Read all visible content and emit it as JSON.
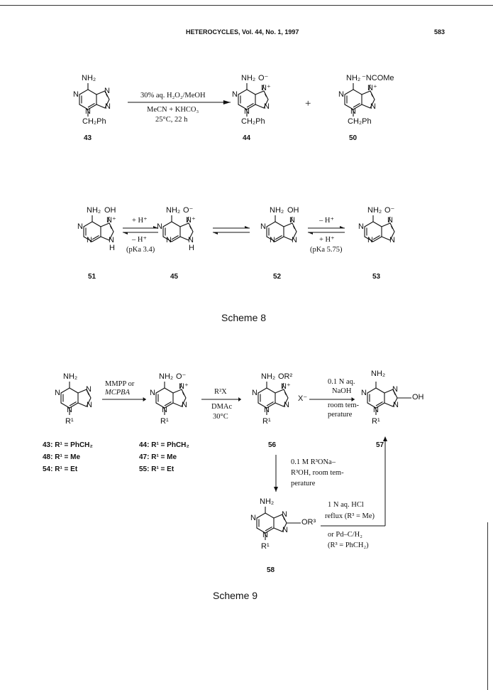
{
  "header": {
    "journal": "HETEROCYCLES, Vol. 44, No. 1, 1997",
    "page": "583"
  },
  "atoms": {
    "NH2": "NH₂",
    "N": "N",
    "H": "H",
    "O": "O",
    "OH": "OH",
    "CH2Ph": "CH₂Ph",
    "R1": "R¹",
    "Nplus": "N⁺",
    "Ominus": "O⁻",
    "NCOMe": "⁻NCOMe",
    "OR2": "OR²",
    "OR3": "OR³",
    "Xminus": "X⁻"
  },
  "scheme8": {
    "caption": "Scheme 8",
    "reagents_top": "30% aq. H₂O₂/MeOH",
    "reagents_bottom_1": "MeCN + KHCO₃",
    "reagents_bottom_2": "25°C, 22 h",
    "plus": "+",
    "compounds_top": [
      "43",
      "44",
      "50"
    ],
    "compounds_equilibrium": [
      "51",
      "45",
      "52",
      "53"
    ],
    "eq1_top": "+ H⁺",
    "eq1_bottom": "– H⁺",
    "eq1_pka": "(pKa 3.4)",
    "eq3_top": "– H⁺",
    "eq3_bottom": "+ H⁺",
    "eq3_pka": "(pKa 5.75)"
  },
  "scheme9": {
    "caption": "Scheme 9",
    "step1_top_1": "MMPP or",
    "step1_top_2": "MCPBA",
    "step2_top": "R²X",
    "step2_bottom_1": "DMAc",
    "step2_bottom_2": "30°C",
    "step3_top_1": "0.1 N aq.",
    "step3_top_2": "NaOH",
    "step3_bottom_1": "room tem-",
    "step3_bottom_2": "perature",
    "step4_1": "0.1 M R³ONa–",
    "step4_2": "R³OH, room tem-",
    "step4_3": "perature",
    "step5_1": "1 N aq. HCl",
    "step5_2": "reflux (R³ = Me)",
    "step5_3": "or Pd–C/H₂",
    "step5_4": "(R³ = PhCH₂)",
    "series_a": [
      "43: R¹ = PhCH₂",
      "48: R¹ = Me",
      "54: R¹ = Et"
    ],
    "series_b": [
      "44: R¹ = PhCH₂",
      "47: R¹ = Me",
      "55: R¹ = Et"
    ],
    "compounds": [
      "56",
      "57",
      "58"
    ]
  }
}
